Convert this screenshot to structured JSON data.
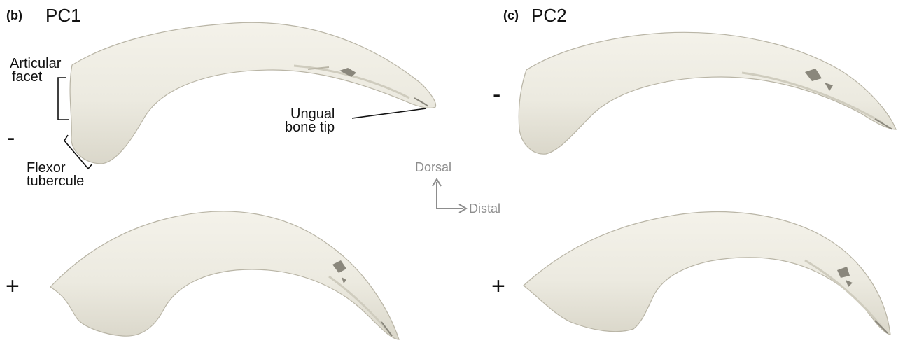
{
  "panels": [
    {
      "letter": "(b)",
      "name": "PC1",
      "minus_sign": "-",
      "plus_sign": "+",
      "annotations": {
        "articular_facet_line1": "Articular",
        "articular_facet_line2": "facet",
        "flexor_tubercule_line1": "Flexor",
        "flexor_tubercule_line2": "tubercule",
        "ungual_tip_line1": "Ungual",
        "ungual_tip_line2": "bone tip"
      }
    },
    {
      "letter": "(c)",
      "name": "PC2",
      "minus_sign": "-",
      "plus_sign": "+"
    }
  ],
  "orientation": {
    "vertical_label": "Dorsal",
    "horizontal_label": "Distal"
  },
  "colors": {
    "bone_fill": "#ECEAE0",
    "bone_shadow": "#CFCCBE",
    "bone_outline": "#B9B5A6",
    "cavity": "#8A877C",
    "text": "#111111",
    "axis_gray": "#8D8D8D"
  }
}
